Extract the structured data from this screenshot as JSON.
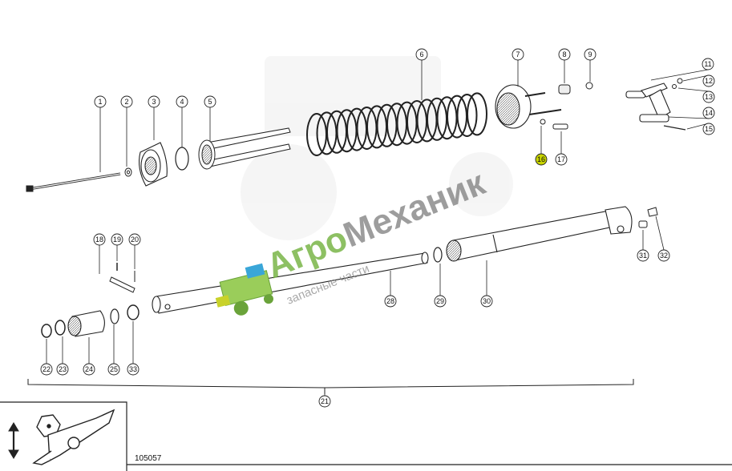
{
  "diagram": {
    "drawing_number": "105057",
    "highlight_color": "#c8d400",
    "callouts": [
      "1",
      "2",
      "3",
      "4",
      "5",
      "6",
      "7",
      "8",
      "9",
      "11",
      "12",
      "13",
      "14",
      "15",
      "16",
      "17",
      "18",
      "19",
      "20",
      "21",
      "22",
      "23",
      "24",
      "25",
      "28",
      "29",
      "30",
      "31",
      "32",
      "33"
    ],
    "highlighted_callout": "16"
  },
  "watermark": {
    "brand_part1": "Агро",
    "brand_part2": "Механик",
    "tagline": "запасные части",
    "brand_color_green": "#7ab648",
    "brand_color_gray": "#8c8c8c"
  },
  "inset": {
    "icon": "double-arrow-vertical-icon"
  }
}
